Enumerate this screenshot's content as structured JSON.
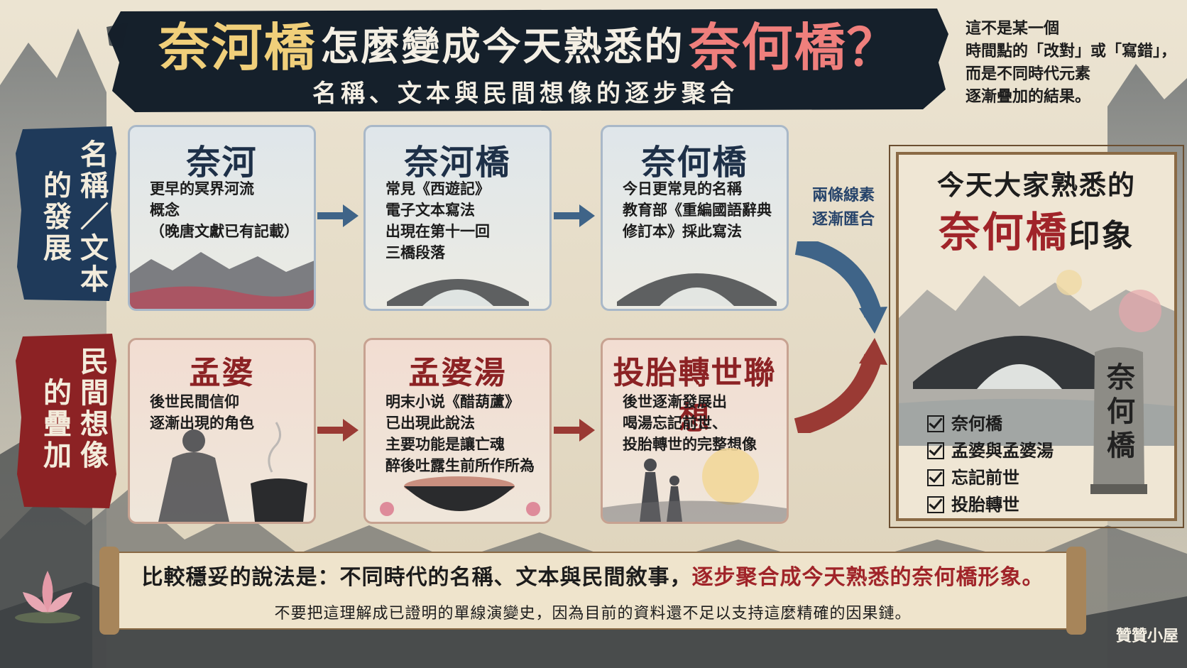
{
  "title": {
    "part1": "奈河橋",
    "part2": "怎麼變成今天熟悉的",
    "part3": "奈何橋？",
    "subtitle": "名稱、文本與民間想像的逐步聚合"
  },
  "note": [
    "這不是某一個",
    "時間點的「改對」或「寫錯」，",
    "而是不同時代元素",
    "逐漸疊加的結果。"
  ],
  "rows": {
    "naming": {
      "label_col1": "名稱／文本",
      "label_col2": "的發展"
    },
    "folk": {
      "label_col1": "民間想像",
      "label_col2": "的疊加"
    }
  },
  "cards": {
    "naihe": {
      "title": "奈河",
      "lines": [
        "更早的冥界河流",
        "概念",
        "（晚唐文獻已有記載）"
      ]
    },
    "naiheqiao": {
      "title": "奈河橋",
      "lines": [
        "常見《西遊記》",
        "電子文本寫法",
        "出現在第十一回",
        "三橋段落"
      ]
    },
    "naiheqiao2": {
      "title": "奈何橋",
      "lines": [
        "今日更常見的名稱",
        "教育部《重編國語辭典",
        "修訂本》採此寫法"
      ]
    },
    "mengpo": {
      "title": "孟婆",
      "lines": [
        "後世民間信仰",
        "逐漸出現的角色"
      ]
    },
    "mengpotang": {
      "title": "孟婆湯",
      "lines": [
        "明末小说《醋葫蘆》",
        "已出現此說法",
        "主要功能是讓亡魂",
        "醉後吐露生前所作所為"
      ]
    },
    "reincarnation": {
      "title": "投胎轉世聯想",
      "lines": [
        "後世逐漸發展出",
        "喝湯忘記前世、",
        "投胎轉世的完整想像"
      ]
    }
  },
  "merge_label": [
    "兩條線素",
    "逐漸匯合"
  ],
  "result": {
    "heading1": "今天大家熟悉的",
    "heading2_hl": "奈何橋",
    "heading2_rest": "印象",
    "checks": [
      "奈何橋",
      "孟婆與孟婆湯",
      "忘記前世",
      "投胎轉世"
    ],
    "stele": "奈何橋"
  },
  "scroll": {
    "main_prefix": "比較穩妥的說法是：不同時代的名稱、文本與民間敘事，",
    "main_highlight": "逐步聚合成今天熟悉的奈何橋形象。",
    "sub": "不要把這理解成已證明的單線演變史，因為目前的資料還不足以支持這麼精確的因果鏈。"
  },
  "signature": "贊贊小屋",
  "colors": {
    "navy": "#1f3a5a",
    "crimson": "#8c2224",
    "gold": "#f0cf7a",
    "pink": "#ef7f7c",
    "arrow_blue": "#3f6488",
    "arrow_red": "#9a3a34"
  }
}
